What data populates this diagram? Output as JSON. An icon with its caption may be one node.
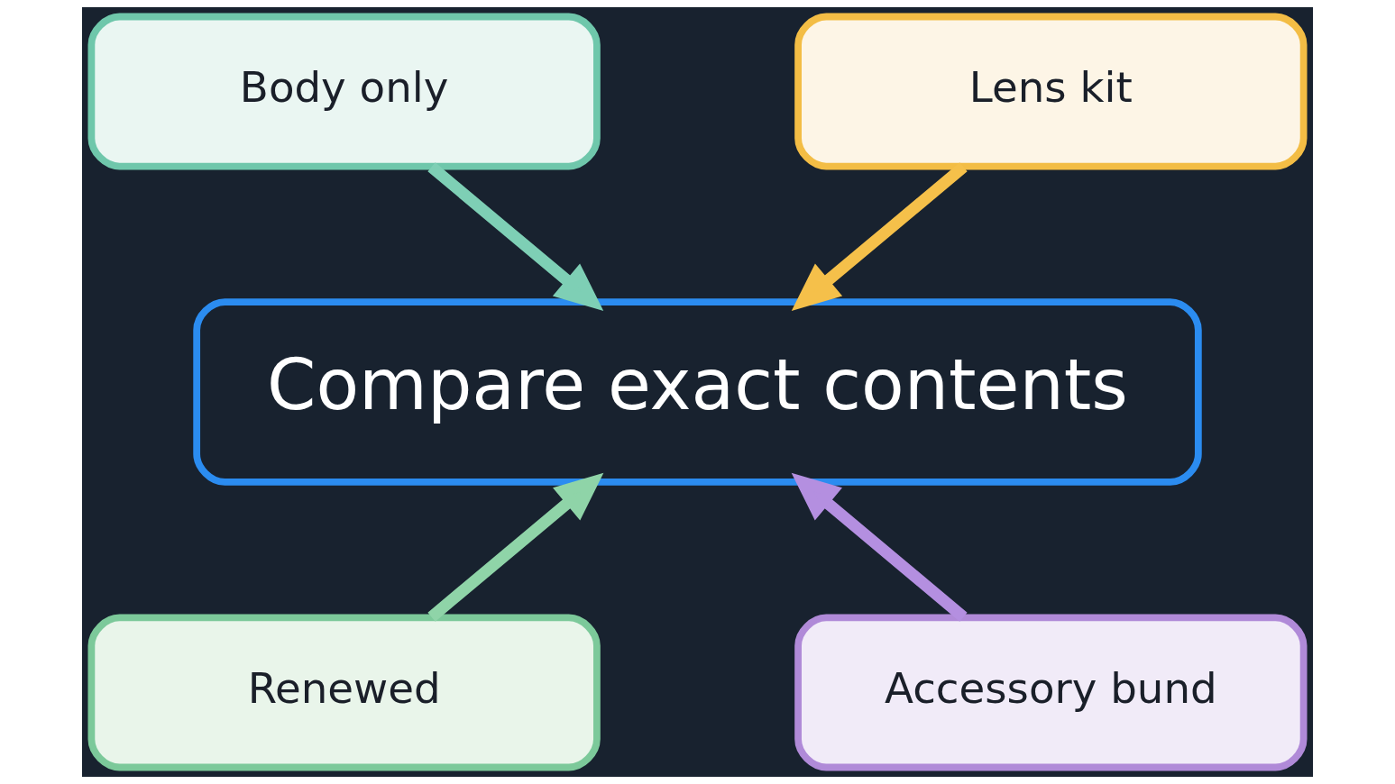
{
  "diagram": {
    "nodes": [
      {
        "text": [
          "Body only"
        ]
      },
      {
        "text": [
          "Lens kit"
        ]
      },
      {
        "text": [
          "Compare exact contents"
        ]
      },
      {
        "text": [
          "Renewed"
        ]
      },
      {
        "text": [
          "Accessory bund"
        ]
      }
    ],
    "edges": [
      {
        "from": 0,
        "to": 2,
        "arrow": "to",
        "color": "#7ecfb5"
      },
      {
        "from": 1,
        "to": 2,
        "arrow": "to",
        "color": "#f5c04a"
      },
      {
        "from": 3,
        "to": 2,
        "arrow": "to",
        "color": "#8fd4a8"
      },
      {
        "from": 4,
        "to": 2,
        "arrow": "to",
        "color": "#b48fe0"
      }
    ]
  }
}
